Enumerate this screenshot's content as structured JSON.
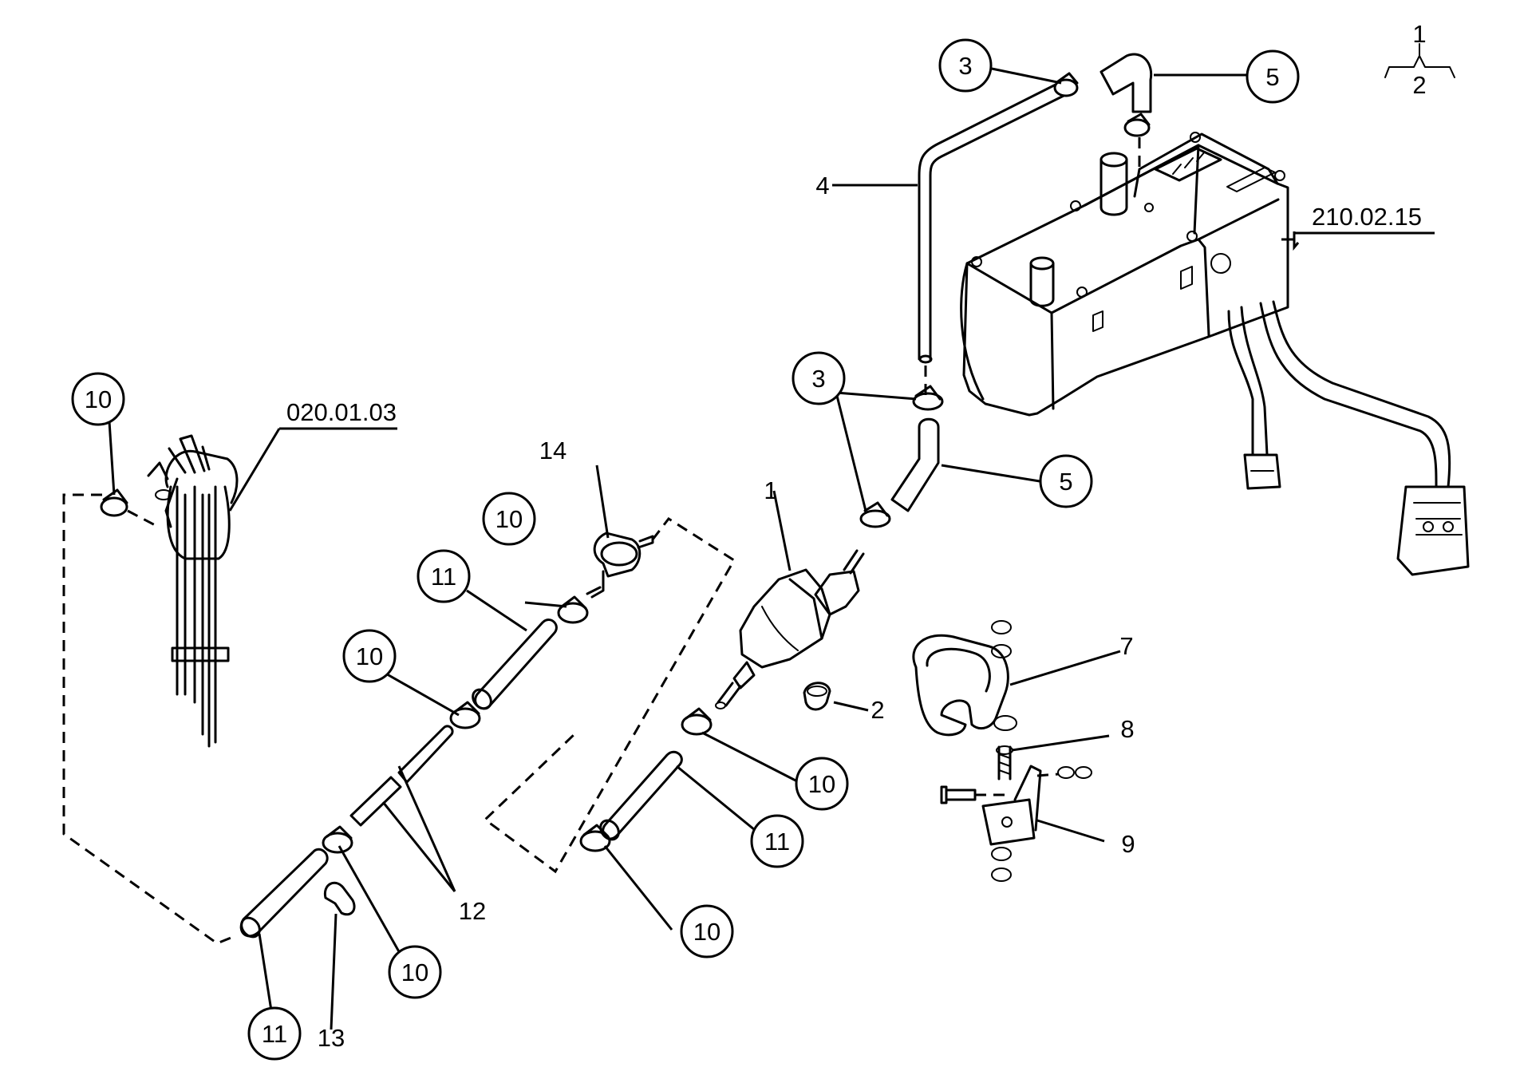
{
  "callouts": [
    {
      "id": "c3-top",
      "text": "3"
    },
    {
      "id": "c5-top",
      "text": "5"
    },
    {
      "id": "c4",
      "text": "4"
    },
    {
      "id": "c3-mid",
      "text": "3"
    },
    {
      "id": "c5-mid",
      "text": "5"
    },
    {
      "id": "c1",
      "text": "1"
    },
    {
      "id": "c2",
      "text": "2"
    },
    {
      "id": "c14",
      "text": "14"
    },
    {
      "id": "c10-filter",
      "text": "10"
    },
    {
      "id": "c11-upper",
      "text": "11"
    },
    {
      "id": "c10-left",
      "text": "10"
    },
    {
      "id": "c10-tank",
      "text": "10"
    },
    {
      "id": "c12",
      "text": "12"
    },
    {
      "id": "c10-lower",
      "text": "10"
    },
    {
      "id": "c11-lower",
      "text": "11"
    },
    {
      "id": "c13",
      "text": "13"
    },
    {
      "id": "c10-pump",
      "text": "10"
    },
    {
      "id": "c11-pump",
      "text": "11"
    },
    {
      "id": "c10-pump-low",
      "text": "10"
    },
    {
      "id": "c7",
      "text": "7"
    },
    {
      "id": "c8",
      "text": "8"
    },
    {
      "id": "c9",
      "text": "9"
    }
  ],
  "references": {
    "heater": "210.02.15",
    "tank_pickup": "020.01.03"
  },
  "legend": {
    "top": "1",
    "bottom": "2"
  }
}
